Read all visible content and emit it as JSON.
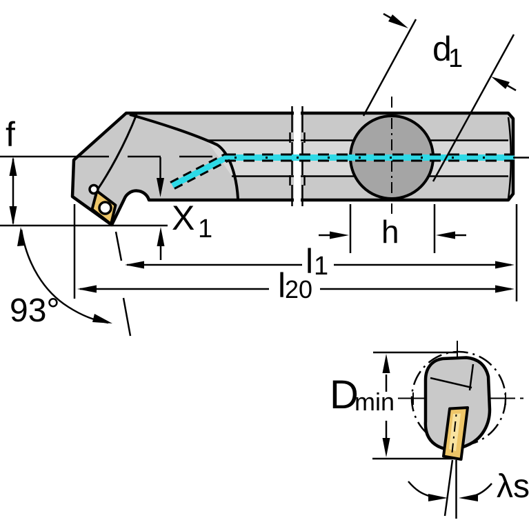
{
  "drawing": {
    "colors": {
      "body": "#c9c9c9",
      "body_light": "#d9d9d9",
      "bore": "#a5a5a5",
      "insert": "#eec668",
      "insert_light": "#f8e3a0",
      "centerline_cyan": "#2ed9e6",
      "line": "#000000"
    },
    "labels": {
      "f": "f",
      "x1_main": "X",
      "x1_sub": "1",
      "angle": "93°",
      "l1_main": "l",
      "l1_sub": "1",
      "l20_main": "l",
      "l20_sub": "20",
      "d1_main": "d",
      "d1_sub": "1",
      "h": "h",
      "dmin_main": "D",
      "dmin_sub": "min",
      "lambda_s": "λs"
    }
  }
}
